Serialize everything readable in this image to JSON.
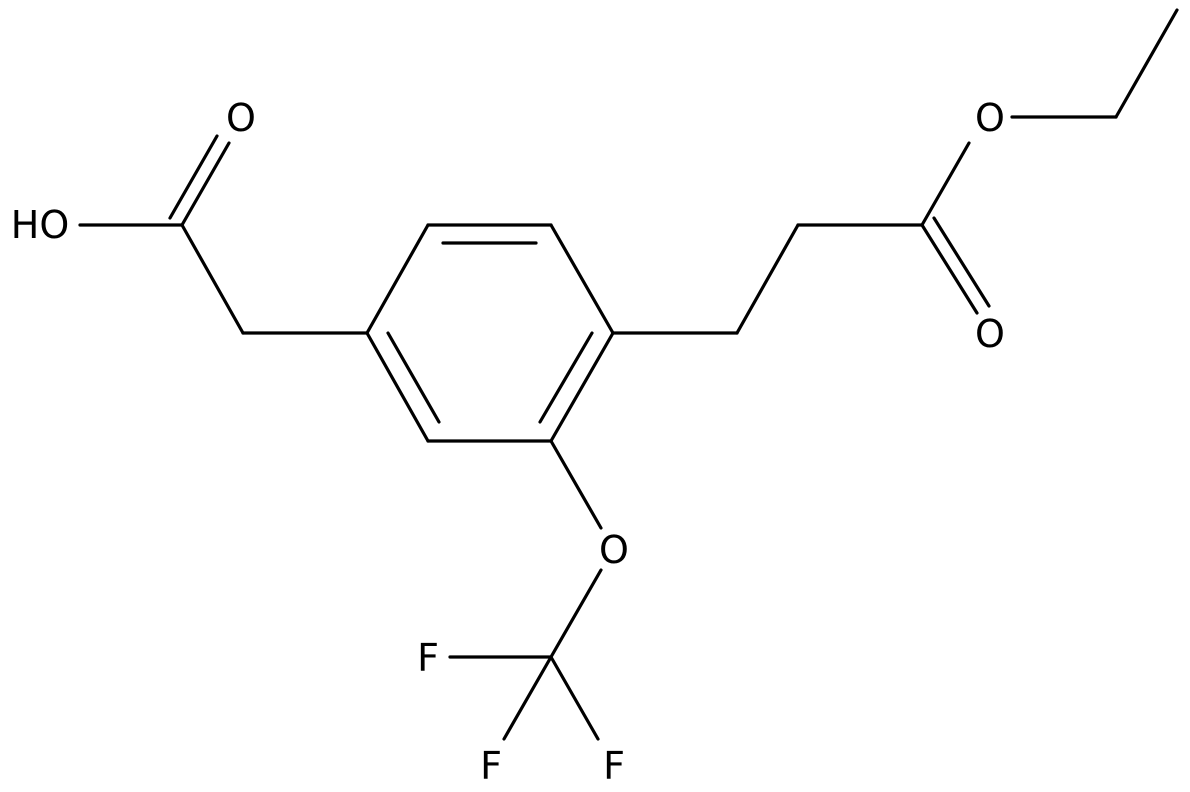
{
  "molecule": {
    "atoms": {
      "carbonyl_oxygen_acid": "O",
      "hydroxyl": "HO",
      "ether_oxygen_ester": "O",
      "carbonyl_oxygen_ester": "O",
      "ether_oxygen_ocf3": "O",
      "fluorine_left": "F",
      "fluorine_bottom_left": "F",
      "fluorine_bottom_right": "F"
    }
  }
}
